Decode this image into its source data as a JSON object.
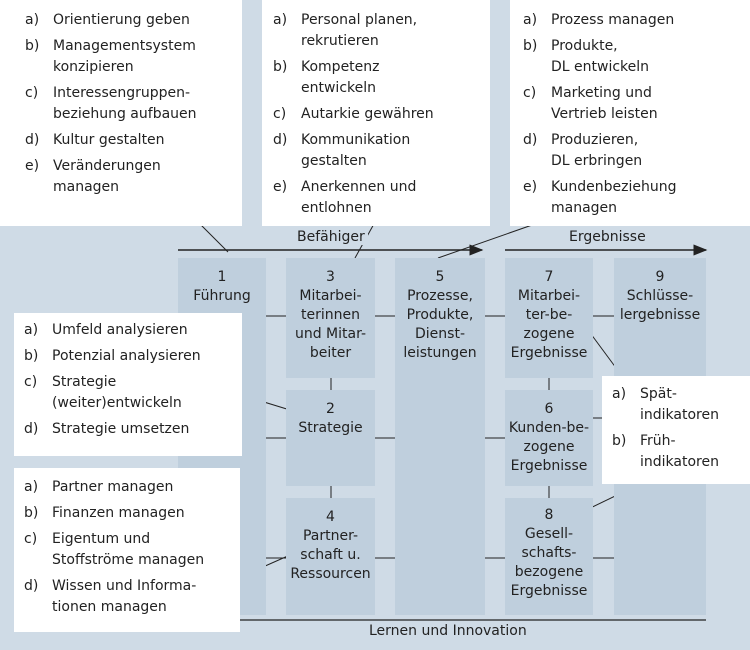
{
  "lists": {
    "fuehrung": [
      {
        "letter": "a)",
        "text": "Orientierung geben"
      },
      {
        "letter": "b)",
        "text": "Managementsystem\nkonzipieren"
      },
      {
        "letter": "c)",
        "text": "Interessengruppen-\nbeziehung aufbauen"
      },
      {
        "letter": "d)",
        "text": "Kultur gestalten"
      },
      {
        "letter": "e)",
        "text": "Veränderungen\nmanagen"
      }
    ],
    "mitarbeiter": [
      {
        "letter": "a)",
        "text": "Personal planen,\nrekrutieren"
      },
      {
        "letter": "b)",
        "text": "Kompetenz\nentwickeln"
      },
      {
        "letter": "c)",
        "text": "Autarkie gewähren"
      },
      {
        "letter": "d)",
        "text": "Kommunikation\ngestalten"
      },
      {
        "letter": "e)",
        "text": "Anerkennen und\nentlohnen"
      }
    ],
    "prozesse": [
      {
        "letter": "a)",
        "text": "Prozess managen"
      },
      {
        "letter": "b)",
        "text": "Produkte,\nDL entwickeln"
      },
      {
        "letter": "c)",
        "text": "Marketing und\nVertrieb leisten"
      },
      {
        "letter": "d)",
        "text": "Produzieren,\nDL erbringen"
      },
      {
        "letter": "e)",
        "text": "Kundenbeziehung\nmanagen"
      }
    ],
    "strategie": [
      {
        "letter": "a)",
        "text": "Umfeld analysieren"
      },
      {
        "letter": "b)",
        "text": "Potenzial analysieren"
      },
      {
        "letter": "c)",
        "text": "Strategie\n(weiter)entwickeln"
      },
      {
        "letter": "d)",
        "text": "Strategie umsetzen"
      }
    ],
    "partnerschaft": [
      {
        "letter": "a)",
        "text": "Partner managen"
      },
      {
        "letter": "b)",
        "text": "Finanzen managen"
      },
      {
        "letter": "c)",
        "text": "Eigentum und\nStoffströme managen"
      },
      {
        "letter": "d)",
        "text": "Wissen und Informa-\ntionen managen"
      }
    ],
    "indikatoren": [
      {
        "letter": "a)",
        "text": "Spät-\nindikatoren"
      },
      {
        "letter": "b)",
        "text": "Früh-\nindikatoren"
      }
    ]
  },
  "axis": {
    "befaehiger": "Befähiger",
    "ergebnisse": "Ergebnisse",
    "lernen": "Lernen und Innovation"
  },
  "blocks": {
    "b1": "1\nFührung",
    "b3": "3\nMitarbei-\nterinnen\nund Mitar-\nbeiter",
    "b5": "5\nProzesse,\nProdukte,\nDienst-\nleistungen",
    "b7": "7\nMitarbei-\nter-be-\nzogene\nErgebnisse",
    "b9": "9\nSchlüsse-\nlergebnisse",
    "b2": "2\nStrategie",
    "b6": "6\nKunden-be-\nzogene\nErgebnisse",
    "b4": "4\nPartner-\nschaft u.\nRessourcen",
    "b8": "8\nGesell-\nschafts-\nbezogene\nErgebnisse"
  }
}
